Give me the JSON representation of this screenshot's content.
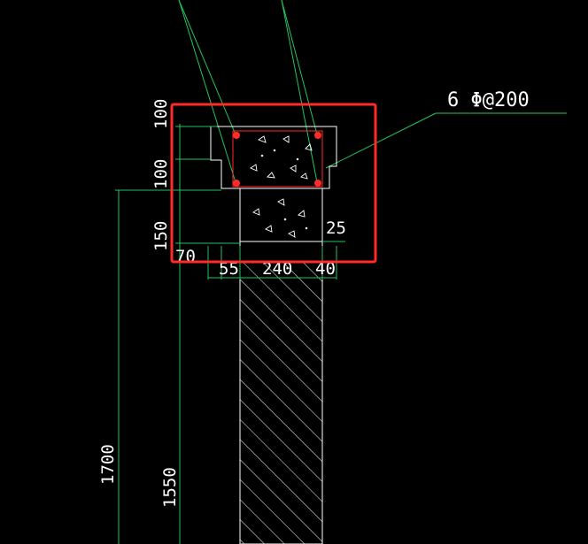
{
  "drawing": {
    "rebar_label": "6 Φ@200",
    "dimensions": {
      "v_100_top": "100",
      "v_100_mid": "100",
      "v_150": "150",
      "v_25": "25",
      "h_70": "70",
      "h_55": "55",
      "h_240": "240",
      "h_40": "40",
      "v_1700": "1700",
      "v_1550": "1550"
    }
  },
  "colors": {
    "background": "#000000",
    "dim_line": "#22c55e",
    "leader": "#22c55e",
    "outline": "#ffffff",
    "highlight_box": "#ff2a2a",
    "rebar": "#ff2a2a",
    "hatch": "#d9d9d9"
  }
}
